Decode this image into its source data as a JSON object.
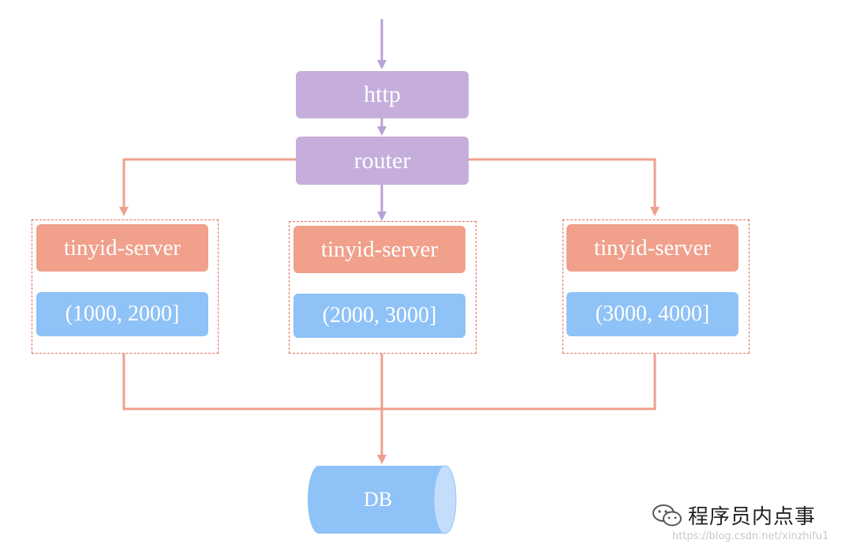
{
  "nodes": {
    "http": "http",
    "router": "router",
    "servers": [
      {
        "label": "tinyid-server",
        "range": "(1000, 2000]"
      },
      {
        "label": "tinyid-server",
        "range": "(2000, 3000]"
      },
      {
        "label": "tinyid-server",
        "range": "(3000, 4000]"
      }
    ],
    "db": "DB"
  },
  "watermark": {
    "text": "程序员内点事",
    "url": "https://blog.csdn.net/xinzhifu1"
  },
  "colors": {
    "purple_node": "#c5aedc",
    "purple_arrow": "#b9a2d6",
    "server_node": "#f0a08b",
    "range_node": "#8fc2f6",
    "connector": "#eea08e",
    "group_border": "#e36b56"
  }
}
